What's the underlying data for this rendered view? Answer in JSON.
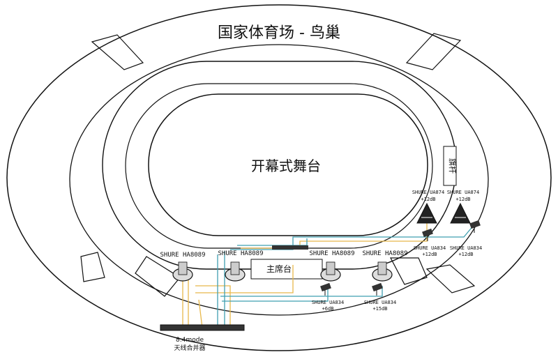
{
  "title": "国家体育场 - 鸟巢",
  "stage_label": "开幕式舞台",
  "main_platform_label": "主席台",
  "flag_label": "旗杆",
  "antennas": [
    {
      "id": "ha1",
      "label": "SHURE HA8089"
    },
    {
      "id": "ha2",
      "label": "SHURE HA8089"
    },
    {
      "id": "ha3",
      "label": "SHURE HA8089"
    },
    {
      "id": "ha4",
      "label": "SHURE HA8089"
    }
  ],
  "ua874": [
    {
      "model": "SHURE UA874",
      "gain": "+12dB"
    },
    {
      "model": "SHURE UA874",
      "gain": "+12dB"
    }
  ],
  "ua834": [
    {
      "model": "SHURE UA834",
      "gain": "+12dB"
    },
    {
      "model": "SHURE UA834",
      "gain": "+12dB"
    },
    {
      "model": "SHURE UA834",
      "gain": "+6dB"
    },
    {
      "model": "SHURE UA834",
      "gain": "+15dB"
    }
  ],
  "combiner": {
    "line1": "8:4mode",
    "line2": "天线合并器"
  },
  "colors": {
    "cable_yellow": "#e8b84a",
    "cable_teal": "#3f9fb0",
    "outline": "#111111"
  }
}
